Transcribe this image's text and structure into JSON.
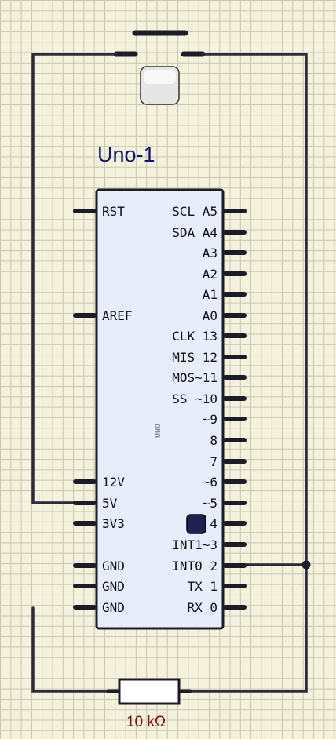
{
  "board": {
    "title": "Uno-1",
    "chip_label": "UNO",
    "left_pins": [
      "RST",
      "AREF",
      "12V",
      "5V",
      "3V3",
      "GND",
      "GND",
      "GND"
    ],
    "right_pins": [
      "SCL A5",
      "SDA A4",
      "A3",
      "A2",
      "A1",
      "A0",
      "CLK 13",
      "MIS 12",
      "MOS~11",
      "SS ~10",
      "~9",
      "8",
      "7",
      "~6",
      "~5",
      "4",
      "INT1~3",
      "INT0 2",
      "TX 1",
      "RX 0"
    ]
  },
  "resistor": {
    "label": "10 kΩ"
  },
  "colors": {
    "wire": "#2b2b3a",
    "board_fill": "#e8edfc",
    "title": "#0f1870",
    "resistor_label": "#7a1010",
    "led_fill": "#1f2250"
  }
}
